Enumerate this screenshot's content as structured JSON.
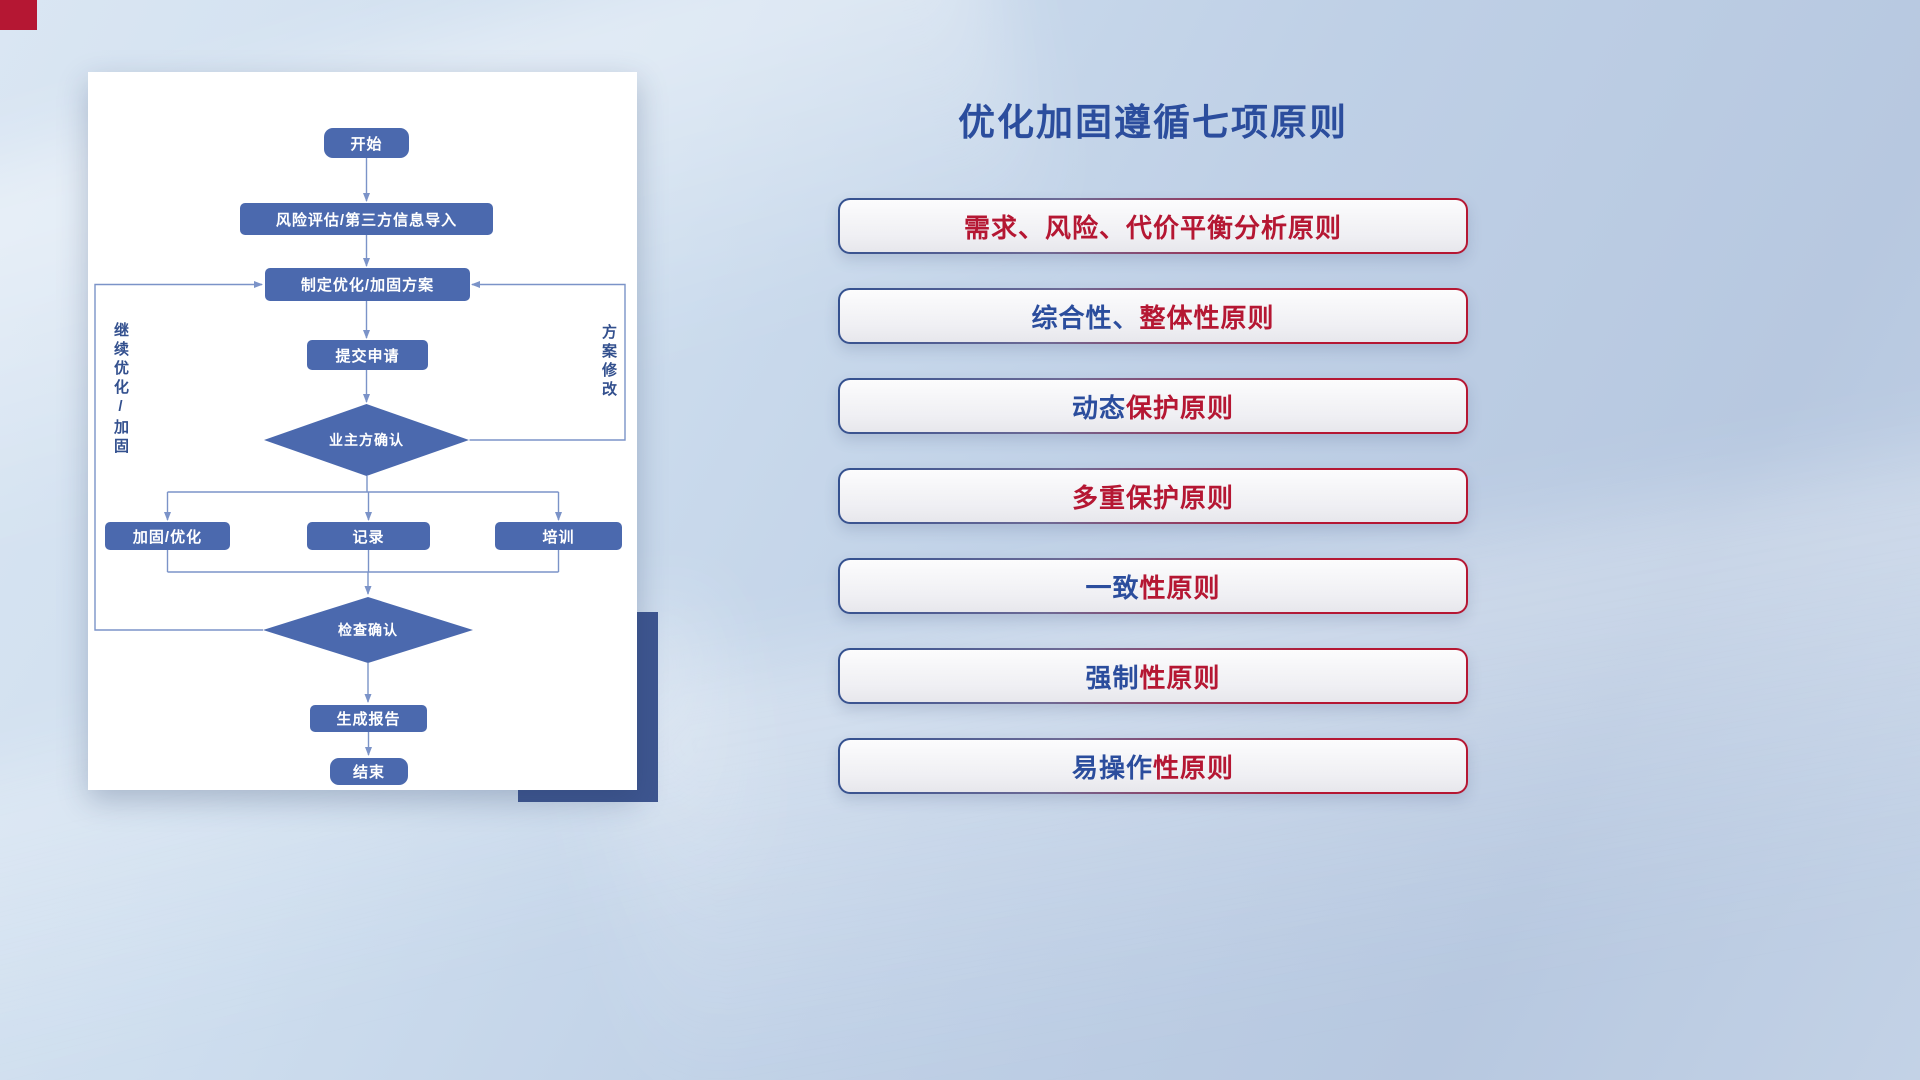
{
  "colors": {
    "red": "#b51733",
    "blue": "#2b4d9d",
    "node": "#4b69ae",
    "line": "#7b93c8",
    "navyblock": "#3e5690"
  },
  "flowchart": {
    "nodes": {
      "start": "开始",
      "risk_import": "风险评估/第三方信息导入",
      "plan": "制定优化/加固方案",
      "submit": "提交申请",
      "owner_confirm": "业主方确认",
      "harden": "加固/优化",
      "record": "记录",
      "train": "培训",
      "check_confirm": "检查确认",
      "report": "生成报告",
      "end": "结束"
    },
    "labels": {
      "continue": "继续优化/加固",
      "revision": "方案修改"
    }
  },
  "principles": {
    "title": "优化加固遵循七项原则",
    "items": [
      {
        "segments": [
          {
            "text": "需求、风险、代价平衡分析原则",
            "color": "red"
          }
        ]
      },
      {
        "segments": [
          {
            "text": "综合性、",
            "color": "blue"
          },
          {
            "text": "整体性原则",
            "color": "red"
          }
        ]
      },
      {
        "segments": [
          {
            "text": "动态",
            "color": "blue"
          },
          {
            "text": "保护原则",
            "color": "red"
          }
        ]
      },
      {
        "segments": [
          {
            "text": "多重保护原则",
            "color": "red"
          }
        ]
      },
      {
        "segments": [
          {
            "text": "一致",
            "color": "blue"
          },
          {
            "text": "性原则",
            "color": "red"
          }
        ]
      },
      {
        "segments": [
          {
            "text": "强制",
            "color": "blue"
          },
          {
            "text": "性原则",
            "color": "red"
          }
        ]
      },
      {
        "segments": [
          {
            "text": "易操作",
            "color": "blue"
          },
          {
            "text": "性原则",
            "color": "red"
          }
        ]
      }
    ]
  }
}
